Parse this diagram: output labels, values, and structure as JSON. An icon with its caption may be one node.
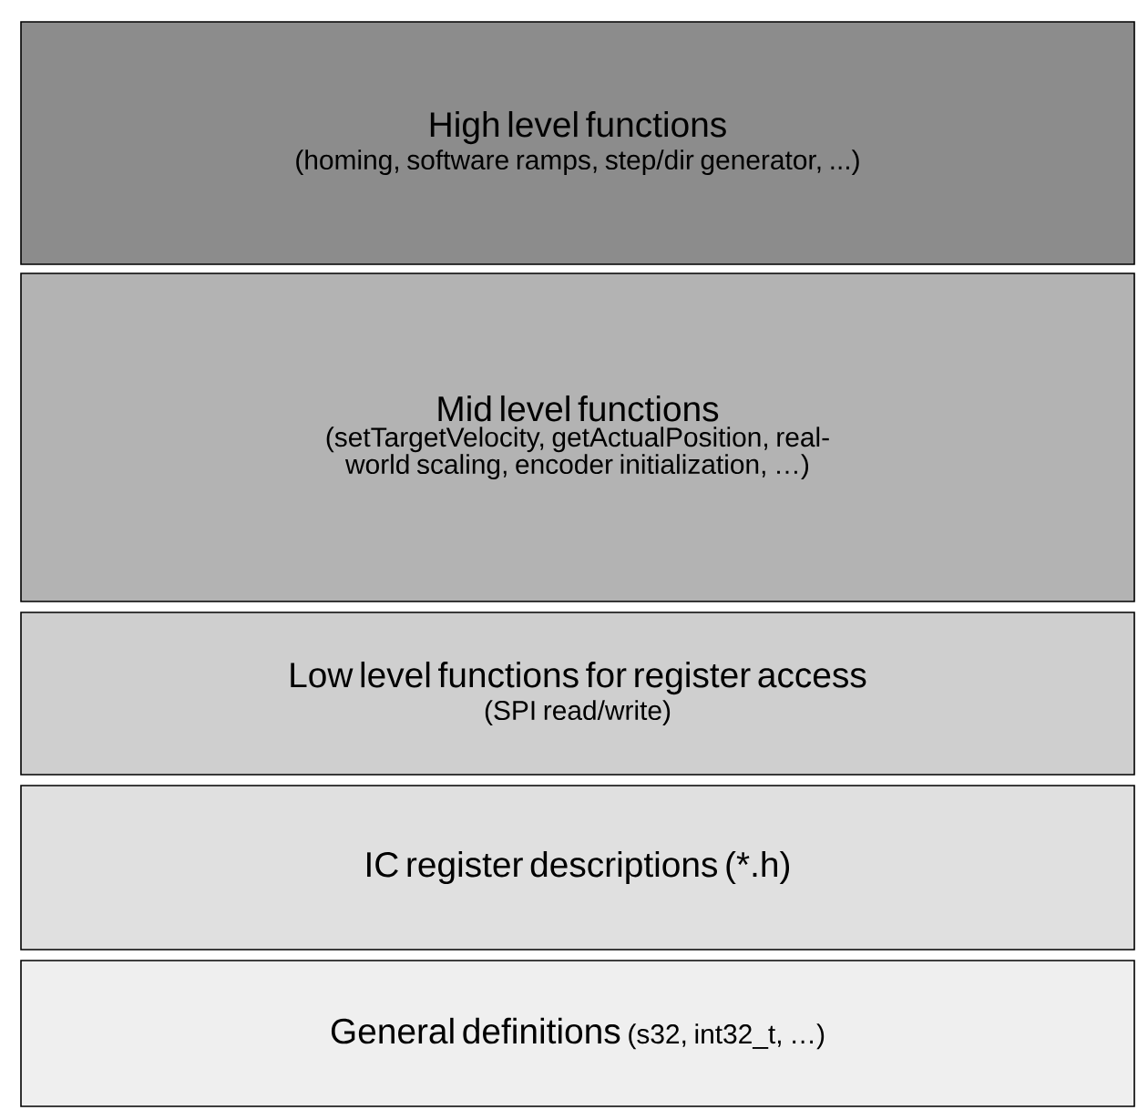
{
  "diagram": {
    "nodes": [
      {
        "text": [
          "High level functions",
          "(homing, software ramps, step/dir generator, ...)"
        ]
      },
      {
        "text": [
          "Mid level functions",
          "(setTargetVelocity, getActualPosition, real-world scaling, encoder initialization, …)"
        ]
      },
      {
        "text": [
          "Low level functions for register access",
          "(SPI read/write)"
        ]
      },
      {
        "text": [
          "IC register descriptions (*.h)"
        ]
      },
      {
        "text": [
          "General definitions",
          "(s32, int32_t, …)"
        ]
      }
    ]
  }
}
